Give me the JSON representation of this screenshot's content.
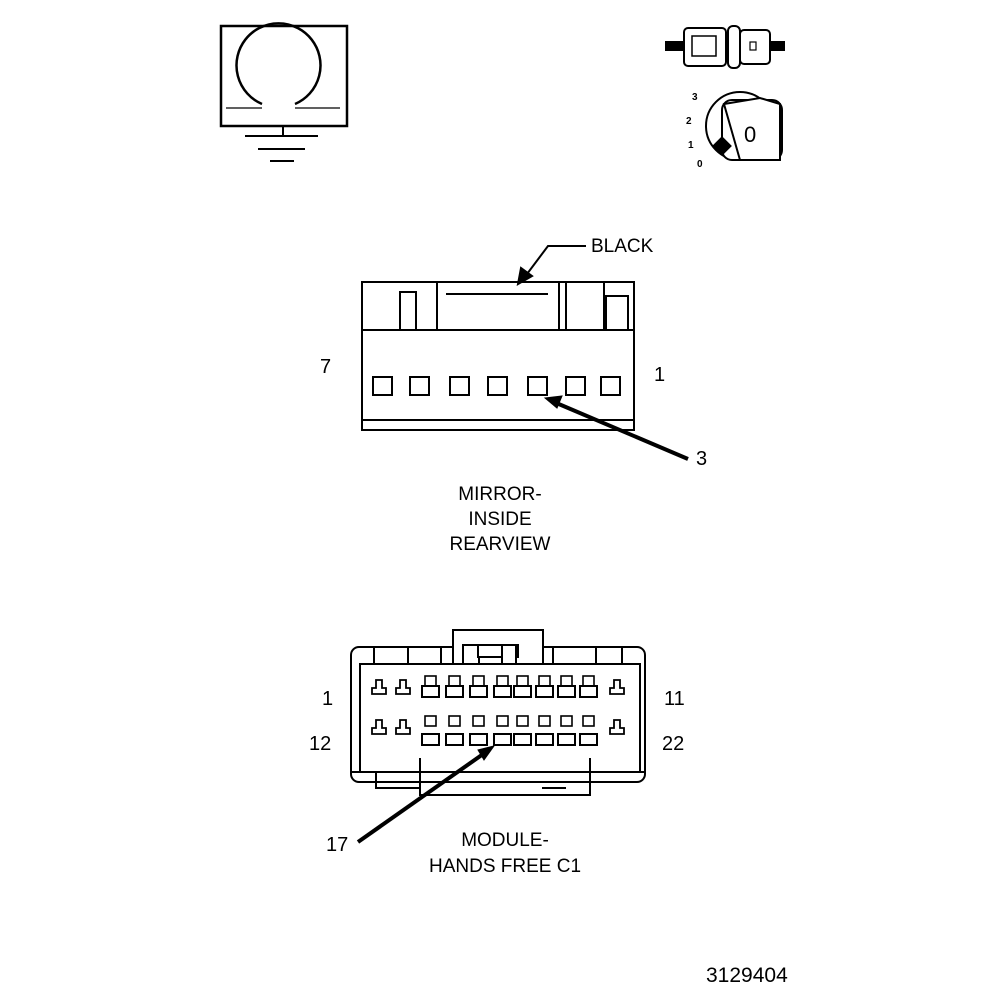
{
  "top_icons": {
    "ground_symbol": "ground-icon",
    "key_switch": "ignition-key-icon",
    "key_positions": [
      "3",
      "2",
      "1",
      "0"
    ],
    "key_face_label": "0"
  },
  "mirror_connector": {
    "color_label": "BLACK",
    "pin_left": "7",
    "pin_right": "1",
    "pin_callout": "3",
    "name_lines": [
      "MIRROR-",
      "INSIDE",
      "REARVIEW"
    ]
  },
  "hands_free_connector": {
    "pin_top_left": "1",
    "pin_top_right": "11",
    "pin_bottom_left": "12",
    "pin_bottom_right": "22",
    "pin_callout": "17",
    "name_lines": [
      "MODULE-",
      "HANDS FREE C1"
    ]
  },
  "figure_number": "3129404",
  "colors": {
    "line": "#000000",
    "background": "#ffffff",
    "fill_light": "#ffffff"
  }
}
